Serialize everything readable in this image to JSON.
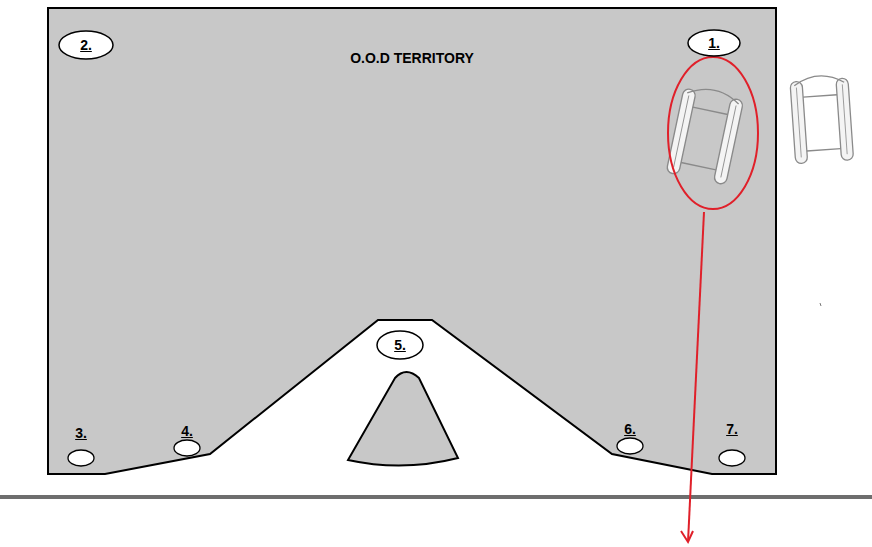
{
  "diagram": {
    "nodes": [
      {
        "text": [
          "O.O.D TERRITORY"
        ]
      },
      {
        "text": [
          "2."
        ],
        "in": 0
      },
      {
        "text": [
          "1."
        ],
        "in": 0
      },
      {
        "text": [
          "5."
        ],
        "in": 0
      },
      {
        "text": [
          "3."
        ],
        "in": 0
      },
      {
        "text": [
          "4."
        ],
        "in": 0
      },
      {
        "text": [
          "6."
        ],
        "in": 0
      },
      {
        "text": [
          "7."
        ],
        "in": 0
      }
    ]
  }
}
